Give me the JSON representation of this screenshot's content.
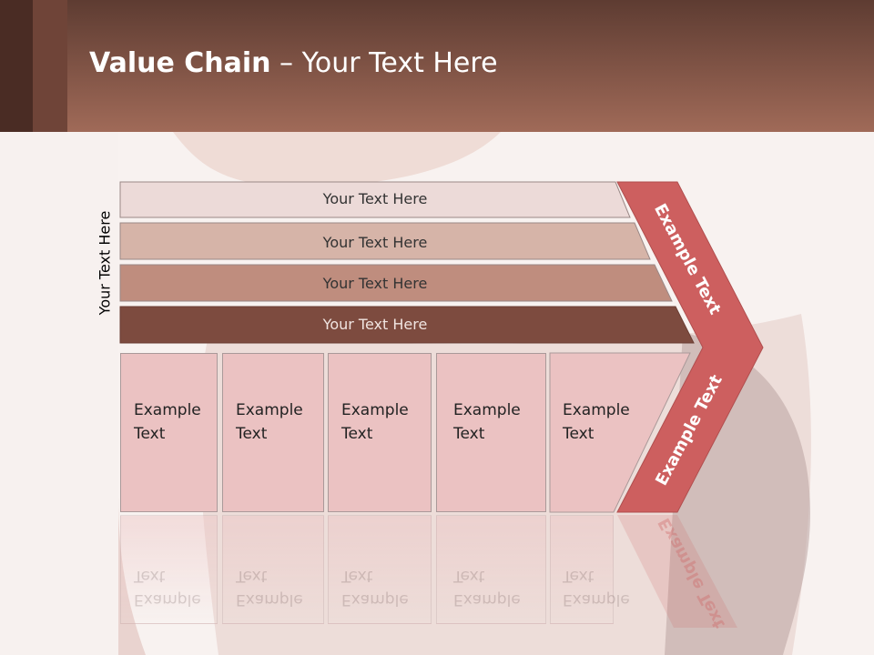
{
  "header": {
    "title_bold": "Value Chain",
    "title_rest": " – Your Text Here"
  },
  "side_label": "Your Text Here",
  "bars": [
    {
      "label": "Your Text Here",
      "color": "#ecdad8"
    },
    {
      "label": "Your Text Here",
      "color": "#d6b4a8"
    },
    {
      "label": "Your Text Here",
      "color": "#bf8d7e"
    },
    {
      "label": "Your Text Here",
      "color": "#7d4b3f"
    }
  ],
  "boxes": [
    {
      "line1": "Example",
      "line2": "Text"
    },
    {
      "line1": "Example",
      "line2": "Text"
    },
    {
      "line1": "Example",
      "line2": "Text"
    },
    {
      "line1": "Example",
      "line2": "Text"
    },
    {
      "line1": "Example",
      "line2": "Text"
    }
  ],
  "chevron": {
    "upper_label": "Example Text",
    "lower_label": "Example Text",
    "color": "#cd5f5f"
  }
}
